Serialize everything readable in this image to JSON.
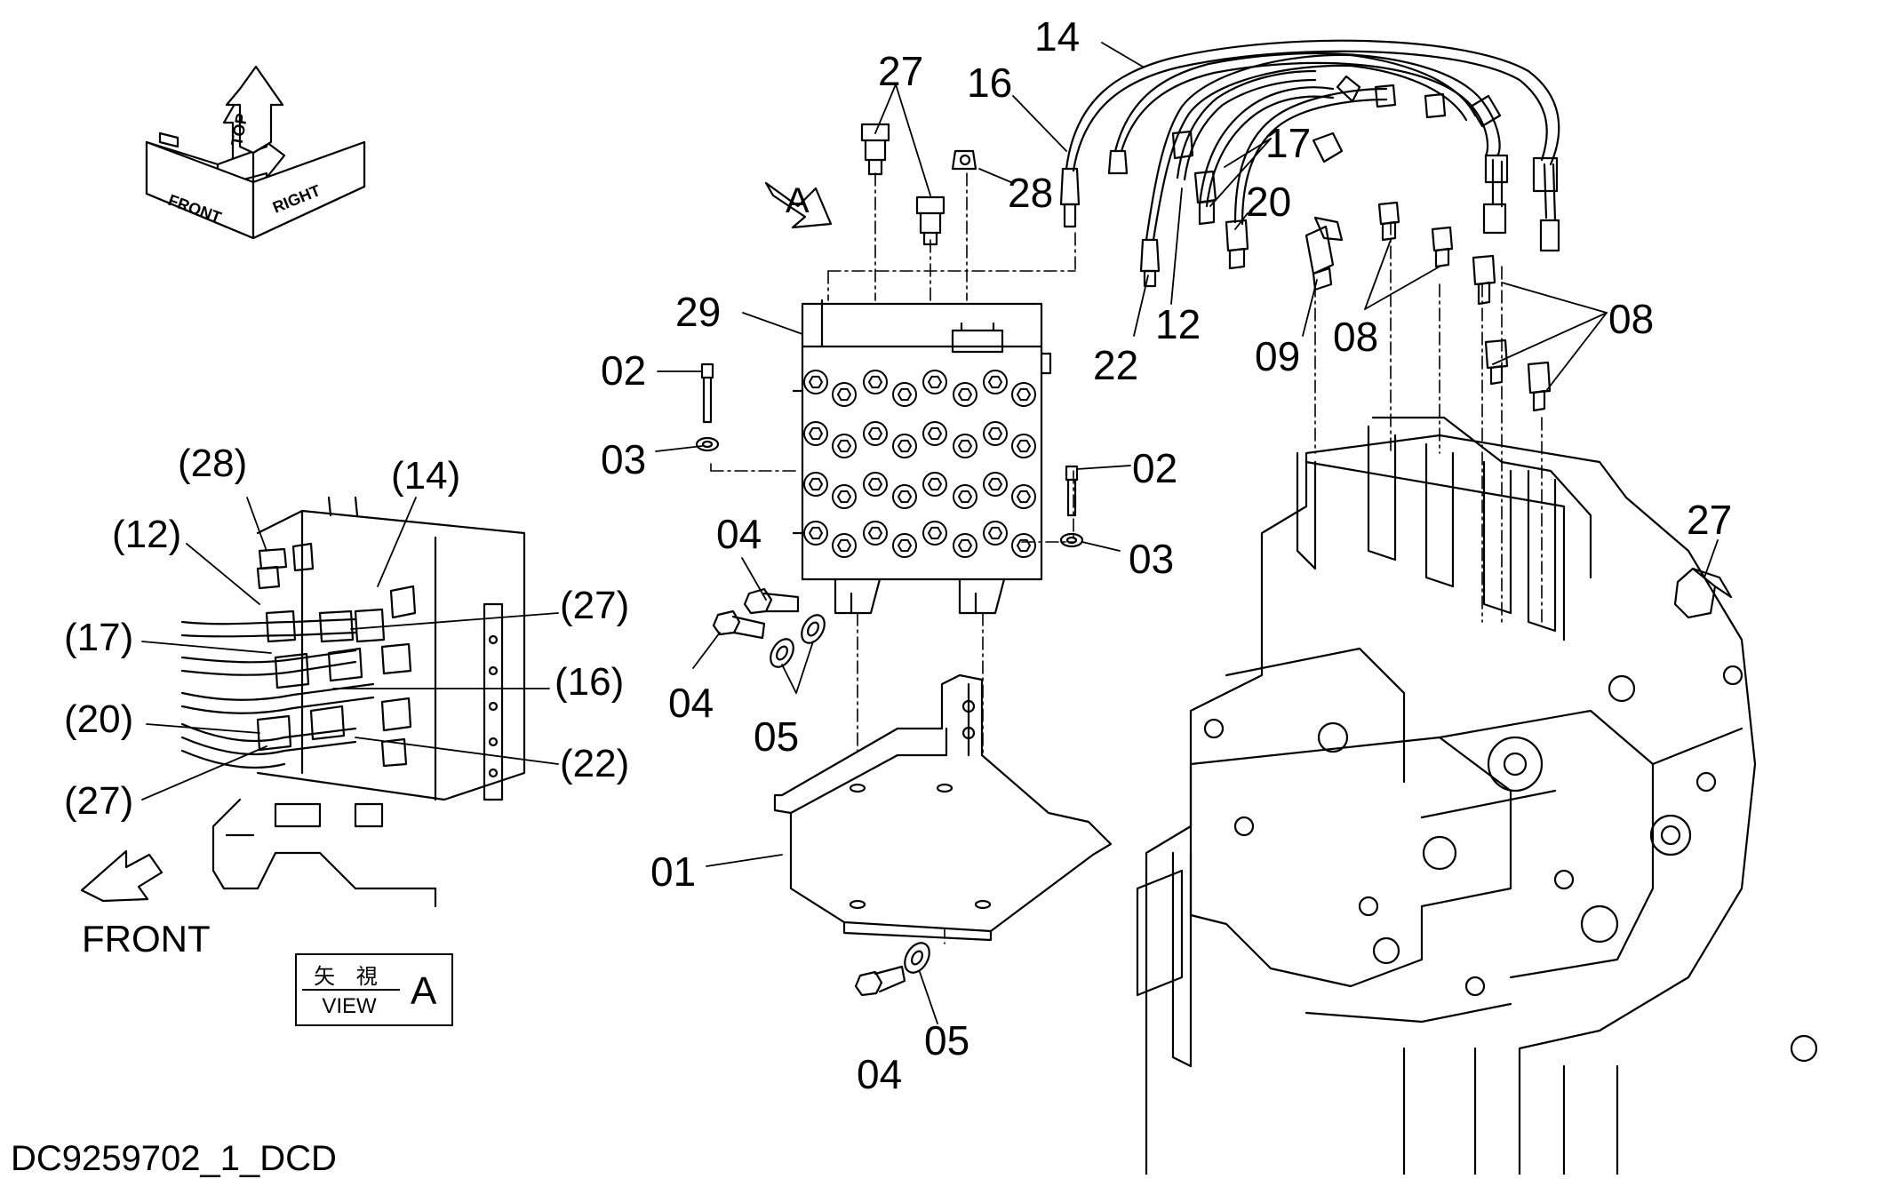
{
  "caption": "DC9259702_1_DCD",
  "view": {
    "jp": "矢 視",
    "en": "VIEW",
    "letter": "A"
  },
  "front_label": "FRONT",
  "view_marker": "A",
  "axis": {
    "front": "FRONT",
    "top": "TOP",
    "right": "RIGHT"
  },
  "labels": {
    "l14": "14",
    "l27a": "27",
    "l16": "16",
    "l28": "28",
    "l17": "17",
    "l20": "20",
    "l29": "29",
    "l22": "22",
    "l12": "12",
    "l09": "09",
    "l08a": "08",
    "l08b": "08",
    "l02a": "02",
    "l03a": "03",
    "l02b": "02",
    "l03b": "03",
    "l04a": "04",
    "l04b": "04",
    "l05a": "05",
    "l01": "01",
    "l04c": "04",
    "l05b": "05",
    "l27b": "27"
  },
  "view_a_labels": {
    "p28": "(28)",
    "p14": "(14)",
    "p12": "(12)",
    "p27a": "(27)",
    "p17": "(17)",
    "p16": "(16)",
    "p20": "(20)",
    "p22": "(22)",
    "p27b": "(27)"
  }
}
